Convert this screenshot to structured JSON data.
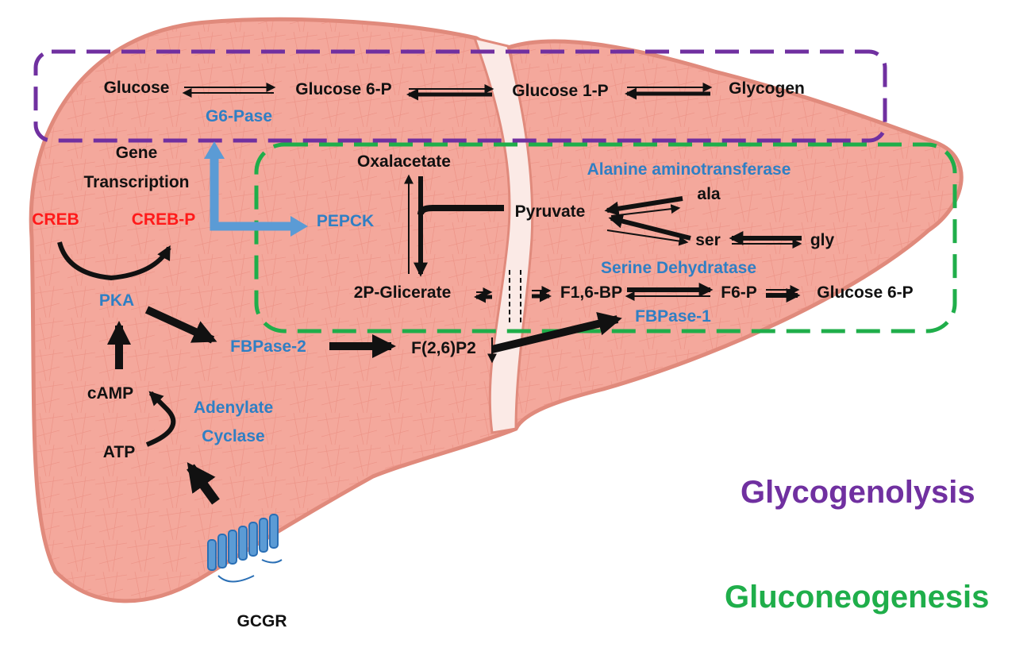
{
  "colors": {
    "liver_fill": "#f4a89c",
    "liver_stroke": "#e08a7c",
    "glycogenolysis": "#7030a0",
    "gluconeogenesis": "#1fae4a",
    "enzyme_blue": "#2f7fc4",
    "creb_red": "#ff1a1a",
    "text_black": "#111111",
    "arrow_blue": "#5b9bd5"
  },
  "metabolites": {
    "glucose": "Glucose",
    "glucose6p_top": "Glucose 6-P",
    "glucose1p": "Glucose 1-P",
    "glycogen": "Glycogen",
    "oxalacetate": "Oxalacetate",
    "pyruvate": "Pyruvate",
    "ala": "ala",
    "ser": "ser",
    "gly": "gly",
    "p2glicerate": "2P-Glicerate",
    "f16bp": "F1,6-BP",
    "f6p": "F6-P",
    "glucose6p_bottom": "Glucose 6-P",
    "f26p2": "F(2,6)P2",
    "camp": "cAMP",
    "atp": "ATP",
    "gcgr": "GCGR"
  },
  "enzymes": {
    "g6pase": "G6-Pase",
    "pepck": "PEPCK",
    "alanine_aminotransferase": "Alanine aminotransferase",
    "serine_dehydratase": "Serine Dehydratase",
    "fbpase1": "FBPase-1",
    "fbpase2": "FBPase-2",
    "pka": "PKA",
    "adenylate_cyclase_1": "Adenylate",
    "adenylate_cyclase_2": "Cyclase"
  },
  "signaling": {
    "gene_1": "Gene",
    "gene_2": "Transcription",
    "creb": "CREB",
    "creb_p": "CREB-P"
  },
  "legend": {
    "glycogenolysis": "Glycogenolysis",
    "gluconeogenesis": "Gluconeogenesis"
  }
}
